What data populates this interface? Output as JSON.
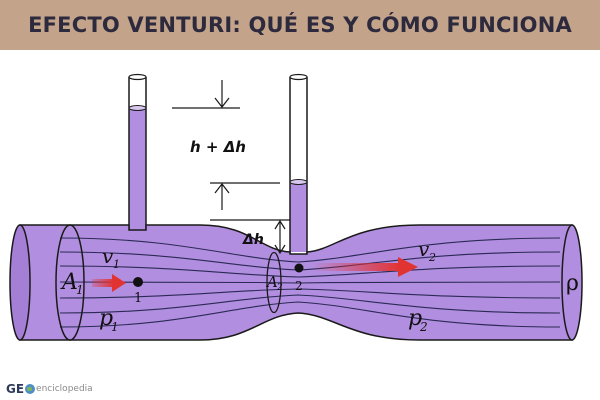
{
  "header": {
    "title": "EFECTO VENTURI: QUÉ ES Y CÓMO FUNCIONA"
  },
  "diagram": {
    "labels": {
      "height_total": "h  +  Δh",
      "delta_h": "Δh",
      "area_1": "A",
      "area_1_sub": "1",
      "area_2": "A",
      "area_2_sub": "2",
      "velocity_1": "v",
      "velocity_1_sub": "1",
      "velocity_2": "v",
      "velocity_2_sub": "2",
      "pressure_1": "p",
      "pressure_1_sub": "1",
      "pressure_2": "p",
      "pressure_2_sub": "2",
      "point_1": "1",
      "point_2": "2",
      "density": "ρ"
    },
    "colors": {
      "fluid": "#b28ee0",
      "fluid_dark": "#a57fd6",
      "outline": "#1a1a1a",
      "arrow": "#e23333",
      "streamline": "#2a2a55"
    }
  },
  "logo": {
    "main": "GE",
    "sub": "enciclopedia",
    "icon": "globe-icon"
  }
}
